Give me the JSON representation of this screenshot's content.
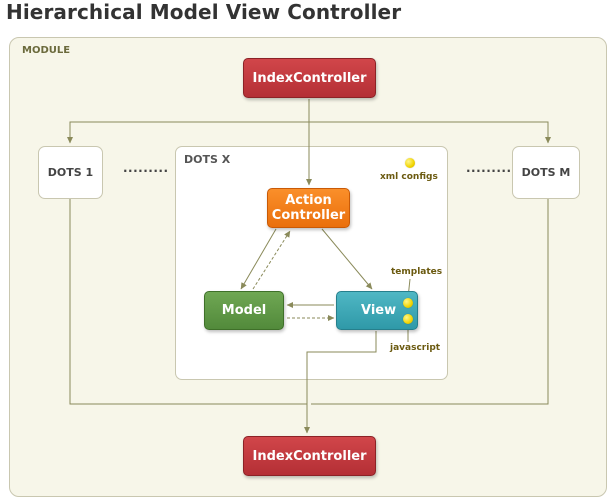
{
  "title": "Hierarchical Model View Controller",
  "module_label": "MODULE",
  "nodes": {
    "index_top": "IndexController",
    "index_bottom": "IndexController",
    "action_line1": "Action",
    "action_line2": "Controller",
    "model": "Model",
    "view": "View"
  },
  "groups": {
    "dots_x": "DOTS X",
    "dots_1": "DOTS 1",
    "dots_m": "DOTS M",
    "ellipsis_left": "·········",
    "ellipsis_right": "·········"
  },
  "annotations": {
    "xml_configs": "xml configs",
    "templates": "templates",
    "javascript": "javascript"
  },
  "colors": {
    "index_controller": "#c43a3f",
    "action_controller": "#f47f1b",
    "model": "#5f9946",
    "view": "#3fa8b6",
    "config_dot": "#f1d400",
    "module_bg": "#f7f6e9",
    "connector": "#8a8a5a"
  },
  "icons": {
    "config_marker": "yellow-dot-icon"
  }
}
